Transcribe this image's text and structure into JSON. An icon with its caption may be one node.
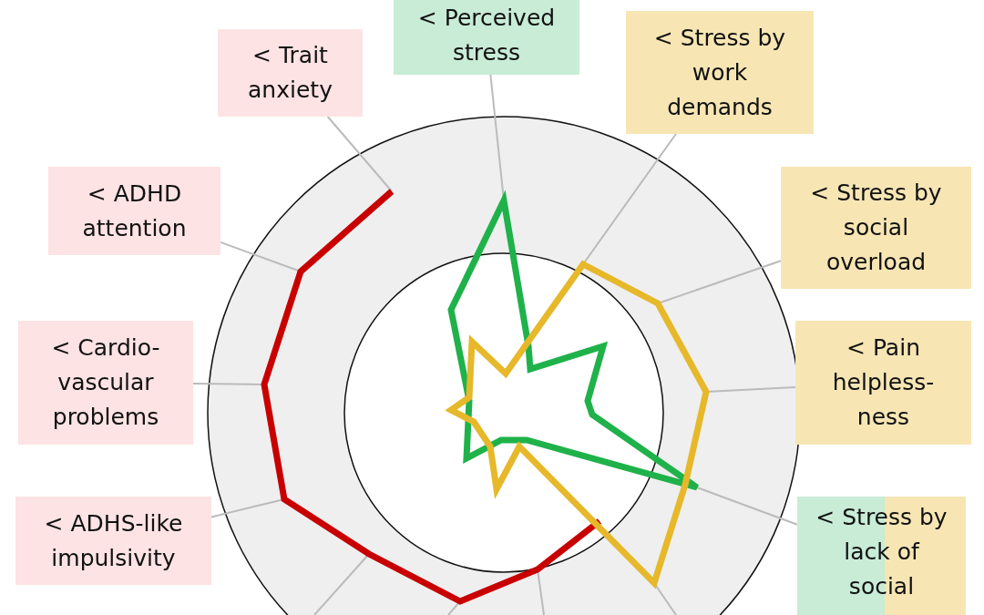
{
  "diagram": {
    "nodes": [
      {
        "text": [
          "< Perceived stress"
        ]
      },
      {
        "text": [
          "< Trait anxiety"
        ]
      },
      {
        "text": [
          "< Stress by work demands"
        ]
      },
      {
        "text": [
          "< ADHD attention"
        ]
      },
      {
        "text": [
          "< Stress by social overload"
        ]
      },
      {
        "text": [
          "< Cardio-vascular problems"
        ]
      },
      {
        "text": [
          "< Pain helpless-ness"
        ]
      },
      {
        "text": [
          "< ADHS-like impulsivity"
        ]
      },
      {
        "text": [
          "< Stress by lack of social"
        ]
      },
      {
        "text": [],
        "shape": "line"
      },
      {
        "text": [],
        "shape": "line"
      },
      {
        "text": [],
        "shape": "line"
      }
    ],
    "edges": [
      {
        "from": 0,
        "to": 10,
        "arrow": "none"
      },
      {
        "from": 1,
        "to": 9,
        "arrow": "none"
      },
      {
        "from": 2,
        "to": 11,
        "arrow": "none"
      },
      {
        "from": 3,
        "to": 9,
        "arrow": "none"
      },
      {
        "from": 4,
        "to": 11,
        "arrow": "none"
      },
      {
        "from": 5,
        "to": 9,
        "arrow": "none"
      },
      {
        "from": 6,
        "to": 11,
        "arrow": "none"
      },
      {
        "from": 7,
        "to": 9,
        "arrow": "none"
      },
      {
        "from": 8,
        "to": 10,
        "arrow": "none"
      },
      {
        "from": null,
        "to": 9,
        "arrow": "none"
      },
      {
        "from": null,
        "to": 9,
        "arrow": "none"
      },
      {
        "from": null,
        "to": 9,
        "arrow": "none"
      },
      {
        "from": null,
        "to": 11,
        "arrow": "none"
      }
    ]
  }
}
